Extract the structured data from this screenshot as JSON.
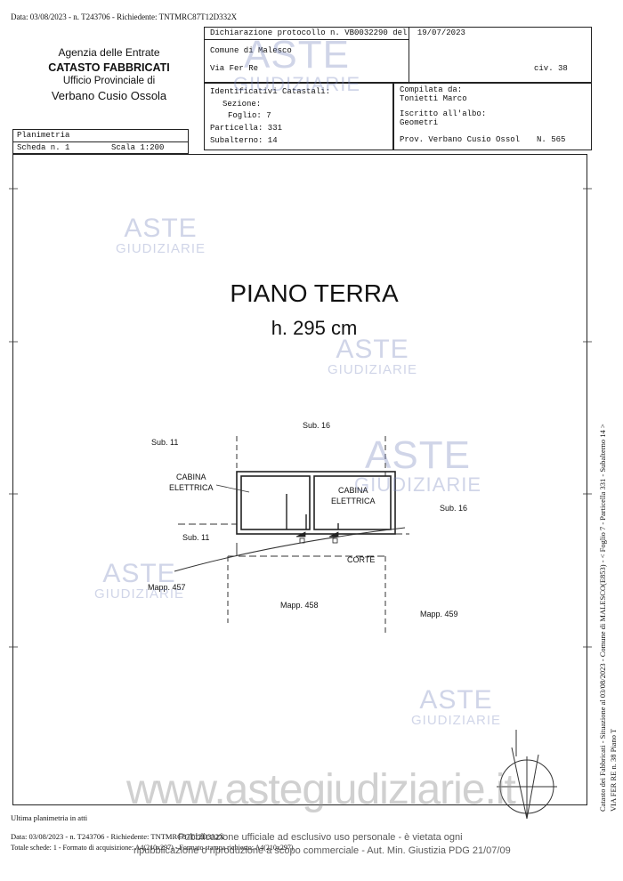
{
  "header_top": "Data: 03/08/2023 - n. T243706 - Richiedente: TNTMRC87T12D332X",
  "agency": {
    "line1": "Agenzia delle Entrate",
    "line2": "CATASTO FABBRICATI",
    "line3": "Ufficio Provinciale di",
    "line4": "Verbano Cusio Ossola"
  },
  "declaration": {
    "protocol": "Dichiarazione protocollo n. VB0032290",
    "date_label": "del",
    "date": "19/07/2023",
    "comune": "Comune di Malesco",
    "via": "Via Fer Re",
    "civ": "civ. 38"
  },
  "identificativi": {
    "title": "Identificativi Catastali:",
    "sezione": "Sezione:",
    "foglio": "Foglio: 7",
    "particella": "Particella: 331",
    "subalterno": "Subalterno: 14"
  },
  "compilata": {
    "title": "Compilata da:",
    "name": "Tonietti Marco",
    "iscritto": "Iscritto all'albo:",
    "profession": "Geometri",
    "prov": "Prov. Verbano Cusio Ossol",
    "num": "N. 565"
  },
  "planimetria": {
    "label": "Planimetria",
    "scheda": "Scheda n. 1",
    "scala": "Scala 1:200"
  },
  "plan": {
    "title": "PIANO TERRA",
    "height": "h. 295 cm",
    "labels": {
      "sub16_top": "Sub. 16",
      "sub11_top": "Sub. 11",
      "cabina_left_1": "CABINA",
      "cabina_left_2": "ELETTRICA",
      "cabina_right_1": "CABINA",
      "cabina_right_2": "ELETTRICA",
      "sub16_right": "Sub. 16",
      "sub11_bottom": "Sub. 11",
      "corte": "CORTE",
      "mapp457": "Mapp. 457",
      "mapp458": "Mapp. 458",
      "mapp459": "Mapp. 459"
    }
  },
  "watermark": {
    "aste": "ASTE",
    "giudiziarie": "GIUDIZIARIE",
    "site": "www.astegiudiziarie.it"
  },
  "side": {
    "right_top": "Ultima planimetria in atti",
    "vertical_1": "Catasto dei Fabbricati - Situazione al 03/08/2023 - Comune di MALESCO(E853) - < Foglio 7 - Particella 331 - Subalterno 14 >",
    "vertical_2": "VIA FER RE n. 38 Piano T"
  },
  "footer": {
    "last_plan": "Ultima planimetria in atti",
    "line1": "Data: 03/08/2023 - n. T243706 - Richiedente: TNTMRC87T12D332X",
    "line2": "Totale schede: 1 - Formato di acquisizione: A4(210x297) - Formato stampa richiesto: A4(210x297)",
    "publication_1": "Pubblicazione ufficiale ad esclusivo uso personale - è vietata ogni",
    "publication_2": "ripubblicazione o riproduzione a scopo commerciale - Aut. Min. Giustizia PDG 21/07/09"
  }
}
